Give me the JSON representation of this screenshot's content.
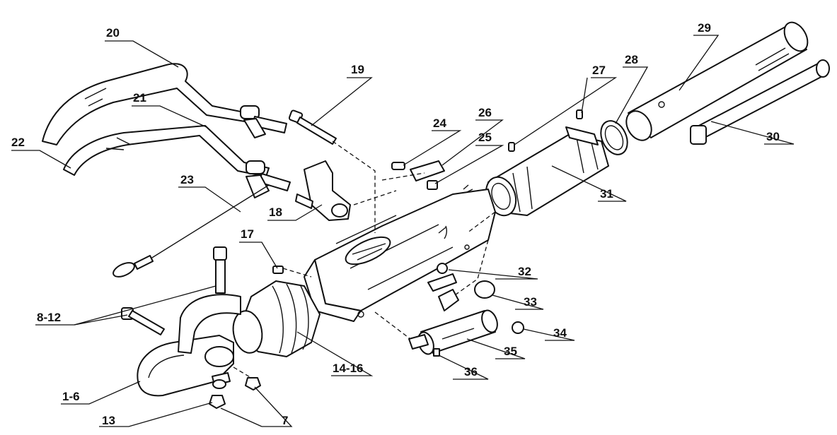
{
  "diagram": {
    "labels": [
      {
        "id": "p20",
        "text": "20"
      },
      {
        "id": "p21",
        "text": "21"
      },
      {
        "id": "p22",
        "text": "22"
      },
      {
        "id": "p19",
        "text": "19"
      },
      {
        "id": "p23",
        "text": "23"
      },
      {
        "id": "p18",
        "text": "18"
      },
      {
        "id": "p17",
        "text": "17"
      },
      {
        "id": "p8_12",
        "text": "8-12"
      },
      {
        "id": "p1_6",
        "text": "1-6"
      },
      {
        "id": "p13",
        "text": "13"
      },
      {
        "id": "p7",
        "text": "7"
      },
      {
        "id": "p14_16",
        "text": "14-16"
      },
      {
        "id": "p24",
        "text": "24"
      },
      {
        "id": "p26",
        "text": "26"
      },
      {
        "id": "p25",
        "text": "25"
      },
      {
        "id": "p27",
        "text": "27"
      },
      {
        "id": "p28",
        "text": "28"
      },
      {
        "id": "p29",
        "text": "29"
      },
      {
        "id": "p30",
        "text": "30"
      },
      {
        "id": "p31",
        "text": "31"
      },
      {
        "id": "p32",
        "text": "32"
      },
      {
        "id": "p33",
        "text": "33"
      },
      {
        "id": "p34",
        "text": "34"
      },
      {
        "id": "p35",
        "text": "35"
      },
      {
        "id": "p36",
        "text": "36"
      }
    ]
  }
}
